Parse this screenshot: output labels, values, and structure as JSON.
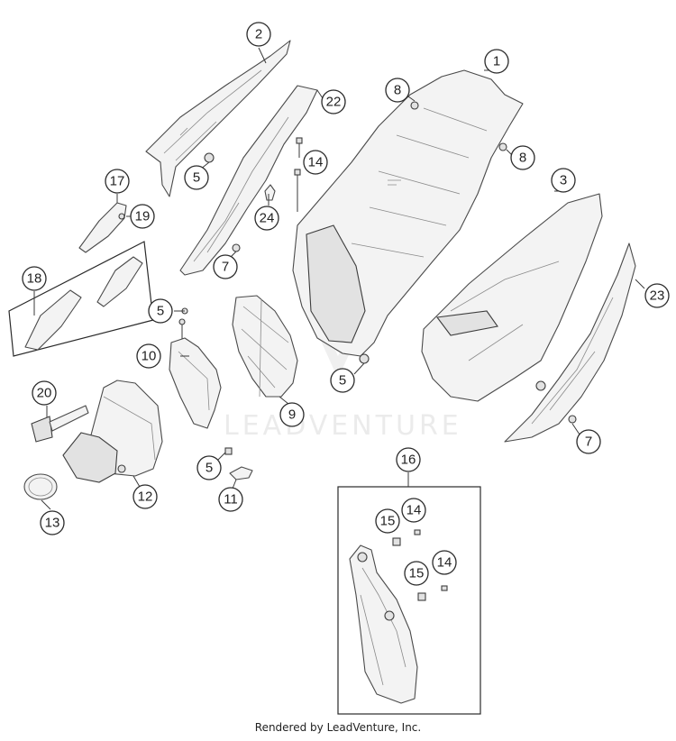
{
  "watermark": {
    "text": "LEADVENTURE"
  },
  "footer": {
    "text": "Rendered by LeadVenture, Inc."
  },
  "callouts": [
    "1",
    "2",
    "3",
    "5",
    "5",
    "5",
    "5",
    "7",
    "7",
    "7",
    "8",
    "8",
    "9",
    "10",
    "11",
    "12",
    "13",
    "14",
    "14",
    "14",
    "15",
    "15",
    "16",
    "17",
    "18",
    "19",
    "20",
    "22",
    "23",
    "24"
  ]
}
